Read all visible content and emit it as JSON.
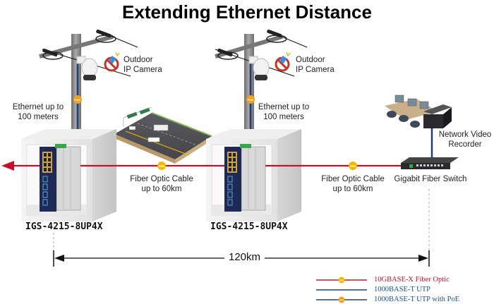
{
  "title": "Extending Ethernet Distance",
  "cameras": [
    {
      "label_line1": "Outdoor",
      "label_line2": "IP Camera"
    },
    {
      "label_line1": "Outdoor",
      "label_line2": "IP Camera"
    }
  ],
  "ethernet_labels": [
    {
      "line1": "Ethernet up to",
      "line2": "100 meters"
    },
    {
      "line1": "Ethernet up to",
      "line2": "100 meters"
    }
  ],
  "poe_badge": "PoE",
  "fiber_badge": "10G",
  "fiber_links": [
    {
      "line1": "Fiber Optic Cable",
      "line2": "up to 60km"
    },
    {
      "line1": "Fiber Optic Cable",
      "line2": "up to 60km"
    }
  ],
  "switches": [
    {
      "model": "IGS-4215-8UP4X"
    },
    {
      "model": "IGS-4215-8UP4X"
    }
  ],
  "gigabit_switch_label": "Gigabit Fiber Switch",
  "nvr": {
    "line1": "Network Video",
    "line2": "Recorder"
  },
  "total_distance": "120km",
  "legend": [
    {
      "label": "10GBASE-X Fiber Optic",
      "color": "#c8102e",
      "line_color": "#c8102e",
      "badge": "10G"
    },
    {
      "label": "1000BASE-T UTP",
      "color": "#1f4e8c",
      "line_color": "#1f3f7a",
      "badge": ""
    },
    {
      "label": "1000BASE-T UTP with PoE",
      "color": "#1f4e8c",
      "line_color": "#1f3f7a",
      "badge": "PoE"
    }
  ],
  "colors": {
    "fiber": "#c8102e",
    "utp": "#1f3f7a",
    "badge_10g": "#f5b800",
    "badge_poe": "#f0a020"
  }
}
